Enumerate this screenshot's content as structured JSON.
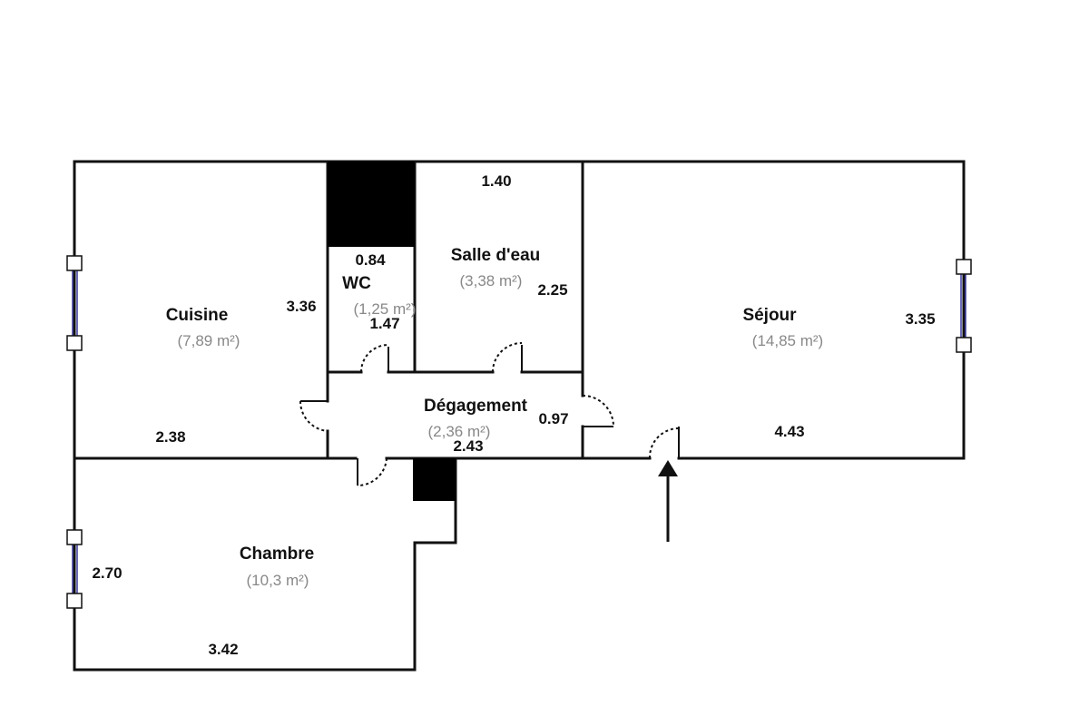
{
  "plan": {
    "rooms": [
      {
        "name": "Cuisine",
        "area": "(7,89 m²)"
      },
      {
        "name": "WC",
        "area": "(1,25 m²)"
      },
      {
        "name": "Salle d'eau",
        "area": "(3,38 m²)"
      },
      {
        "name": "Séjour",
        "area": "(14,85 m²)"
      },
      {
        "name": "Dégagement",
        "area": "(2,36 m²)"
      },
      {
        "name": "Chambre",
        "area": "(10,3 m²)"
      }
    ],
    "dimensions": {
      "salle_top": "1.40",
      "wc_width": "0.84",
      "cuisine_height": "3.36",
      "wc_height": "1.47",
      "salle_height": "2.25",
      "sejour_height": "3.35",
      "cuisine_width": "2.38",
      "degagement_height": "0.97",
      "degagement_width": "2.43",
      "sejour_width": "4.43",
      "chambre_height": "2.70",
      "chambre_width": "3.42"
    },
    "colors": {
      "wall": "#111111",
      "duct": "#000000",
      "window": "#3a3aa0",
      "area_text": "#888888"
    },
    "icons": [
      "entrance-arrow-icon",
      "door-swing-icon",
      "window-icon"
    ]
  }
}
